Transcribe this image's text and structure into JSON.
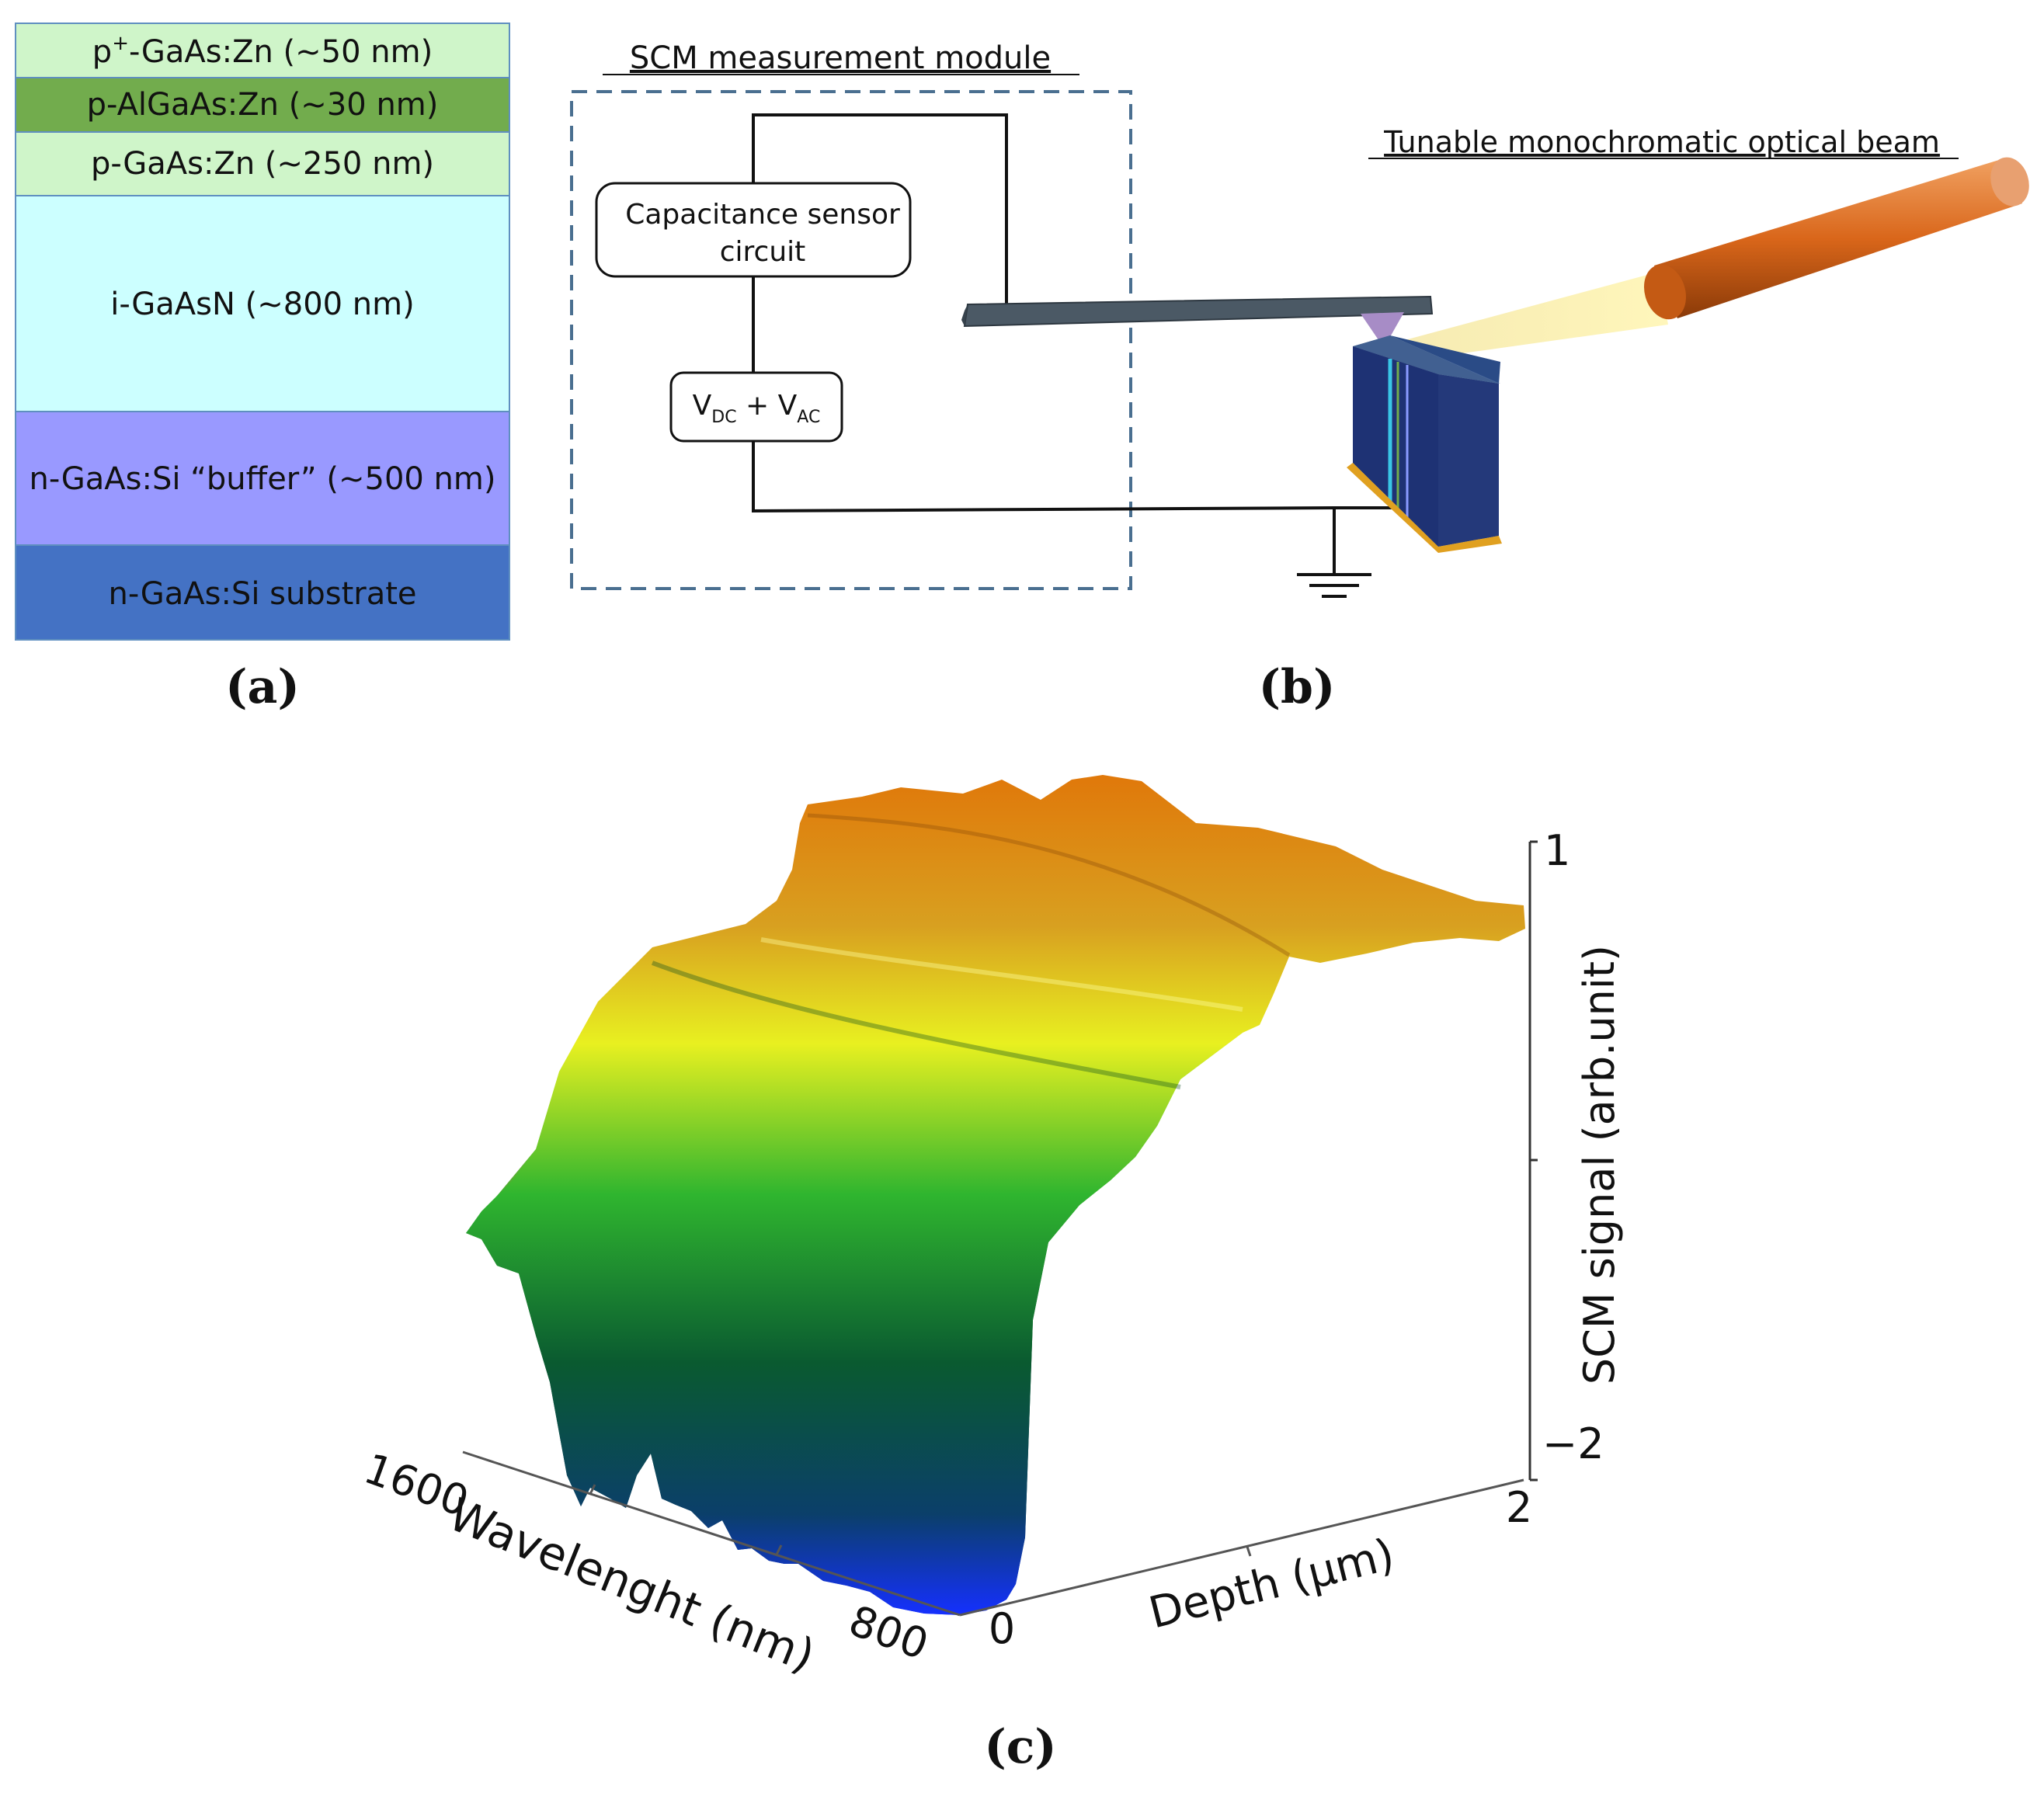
{
  "panel_a": {
    "layers": [
      {
        "label_prefix": "p",
        "label_sup": "+",
        "label_rest": "-GaAs:Zn (~50 nm)",
        "color": "#cff5c9"
      },
      {
        "label": "p-AlGaAs:Zn (~30 nm)",
        "color": "#72ac4d"
      },
      {
        "label": "p-GaAs:Zn (~250 nm)",
        "color": "#cff5c9"
      },
      {
        "label": "i-GaAsN (~800 nm)",
        "color": "#ccffff"
      },
      {
        "label": "n-GaAs:Si “buffer” (~500 nm)",
        "color": "#9999ff"
      },
      {
        "label": "n-GaAs:Si substrate",
        "color": "#4472c4"
      }
    ],
    "caption": "(a)"
  },
  "panel_b": {
    "module_title": "SCM measurement module",
    "sensor_line1": "Capacitance sensor",
    "sensor_line2": "circuit",
    "source_v1": "V",
    "source_sub1": "DC",
    "source_plus": " + V",
    "source_sub2": "AC",
    "beam_label": "Tunable monochromatic optical beam",
    "caption": "(b)"
  },
  "panel_c": {
    "zlabel": "SCM signal (arb.unit)",
    "z_ticks": [
      "1",
      "−2"
    ],
    "xlabel": "Wavelenght (nm)",
    "x_ticks": [
      "1600",
      "800"
    ],
    "ylabel": "Depth (μm)",
    "y_ticks": [
      "0",
      "2"
    ],
    "colors": {
      "low": "#1a2cff",
      "mid_low": "#0a5a3a",
      "mid": "#2fbf2f",
      "high": "#f0f020",
      "top": "#ee8a10"
    },
    "caption": "(c)"
  }
}
